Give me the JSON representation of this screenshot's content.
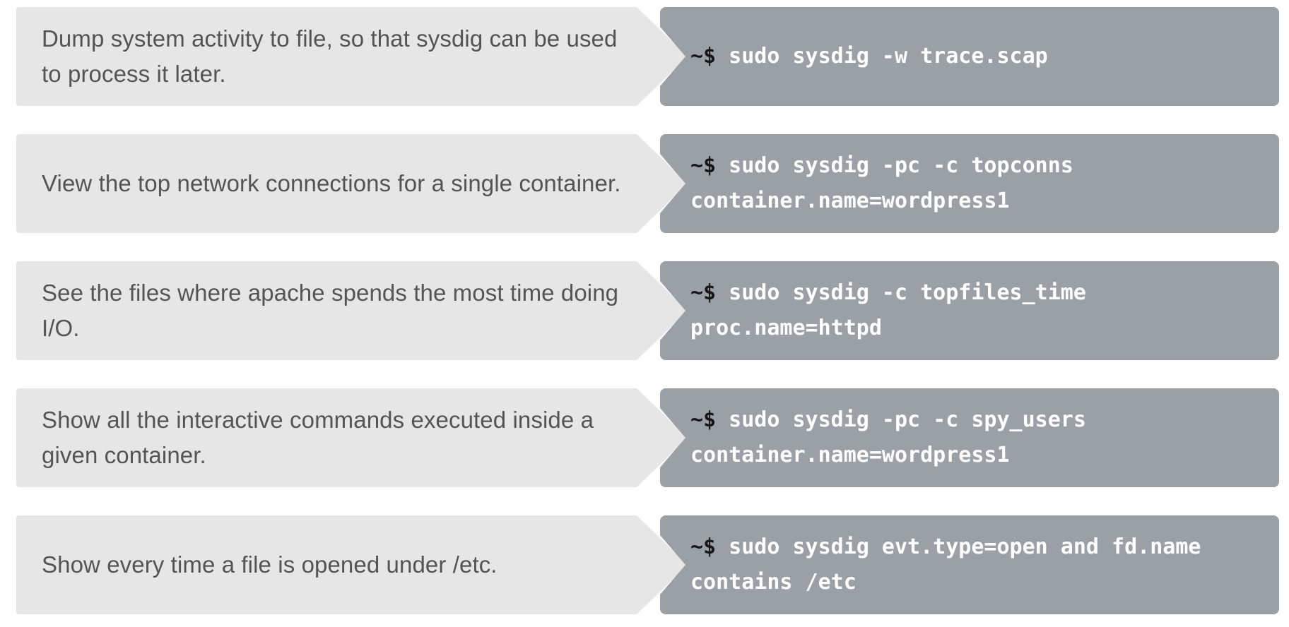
{
  "prompt": "~$",
  "rows": [
    {
      "description": "Dump system activity to file, so that sysdig can be used to process it later.",
      "command": " sudo sysdig -w trace.scap"
    },
    {
      "description": "View the top network connections for a single container.",
      "command": " sudo sysdig -pc -c topconns\ncontainer.name=wordpress1"
    },
    {
      "description": "See the files where apache spends the most time doing I/O.",
      "command": " sudo sysdig -c topfiles_time proc.name=httpd"
    },
    {
      "description": "Show all the interactive commands executed inside a given container.",
      "command": " sudo sysdig -pc -c spy_users\ncontainer.name=wordpress1"
    },
    {
      "description": "Show every time a file is opened under /etc.",
      "command": " sudo sysdig evt.type=open and fd.name\ncontains /etc"
    }
  ]
}
